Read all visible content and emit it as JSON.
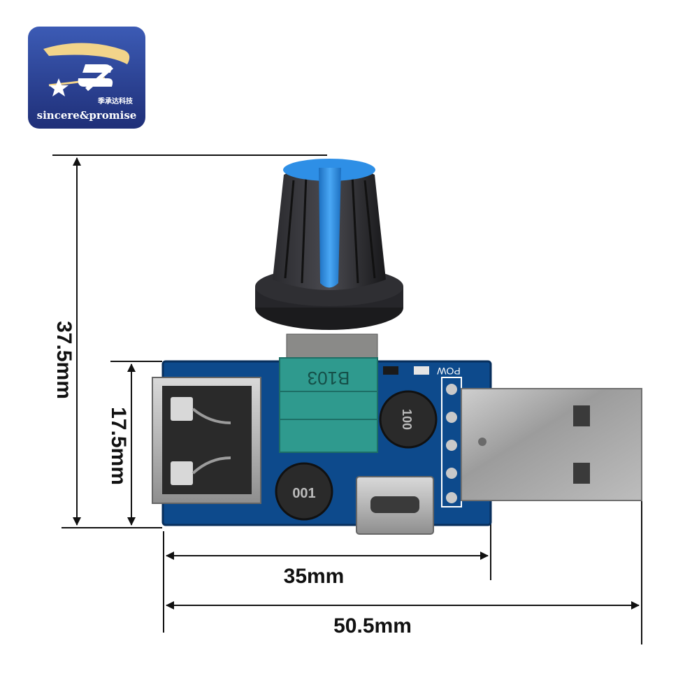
{
  "logo": {
    "brand_text": "sincere&promise",
    "chinese_text": "季承达科技",
    "bg_color": "#2a3f8f"
  },
  "dimensions": {
    "total_height": "37.5mm",
    "board_height": "17.5mm",
    "board_width": "35mm",
    "total_width": "50.5mm"
  },
  "board": {
    "pcb_color": "#0d4a8c",
    "pot_code": "B103",
    "inductor_code_left": "001",
    "inductor_code_right": "100",
    "pow_label": "POW"
  },
  "knob": {
    "body_color": "#1f1f22",
    "stripe_color": "#2e8fe6"
  }
}
